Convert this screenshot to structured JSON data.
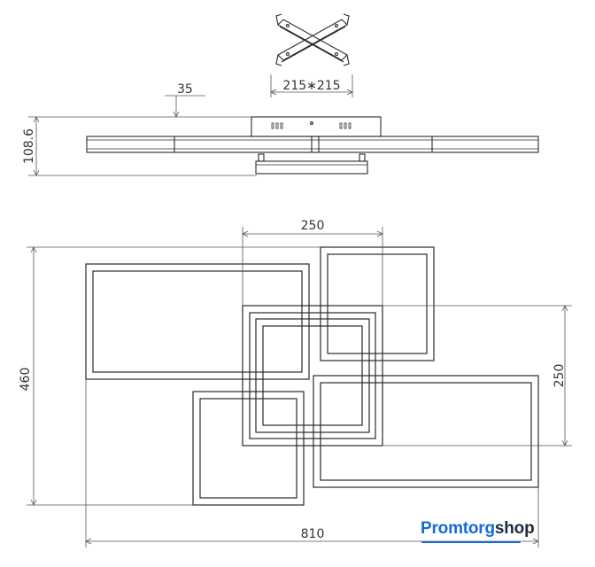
{
  "dimensions": {
    "bracket_size": "215∗215",
    "bracket_offset": "35",
    "height": "108.6",
    "top_width": "250",
    "total_height": "460",
    "right_height": "250",
    "total_width": "810"
  },
  "watermark": {
    "part1": "Promtorg",
    "part2": "shop"
  },
  "colors": {
    "line": "#2a2a2a",
    "brand_blue": "#1769d6",
    "brand_dark": "#1d2a44"
  }
}
